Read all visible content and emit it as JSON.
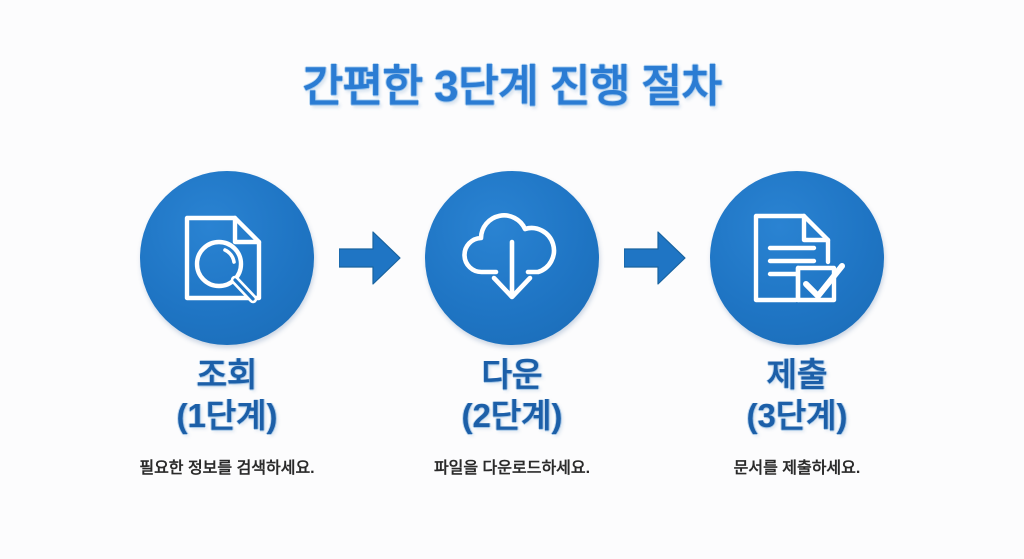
{
  "page": {
    "title": "간편한 3단계 진행 절차",
    "background_color": "#fcfcfd",
    "title_color": "#2b7cd3",
    "circle_color": "#1f75c4",
    "arrow_color": "#1f75c4",
    "step_label_color": "#1c5fa8",
    "description_color": "#2a2a2a"
  },
  "steps": [
    {
      "icon": "document-search-icon",
      "name": "조회",
      "stage": "(1단계)",
      "description": "필요한 정보를 검색하세요."
    },
    {
      "icon": "cloud-download-icon",
      "name": "다운",
      "stage": "(2단계)",
      "description": "파일을 다운로드하세요."
    },
    {
      "icon": "document-check-icon",
      "name": "제출",
      "stage": "(3단계)",
      "description": "문서를 제출하세요."
    }
  ],
  "connectors": [
    {
      "icon": "arrow-right-icon"
    },
    {
      "icon": "arrow-right-icon"
    }
  ]
}
